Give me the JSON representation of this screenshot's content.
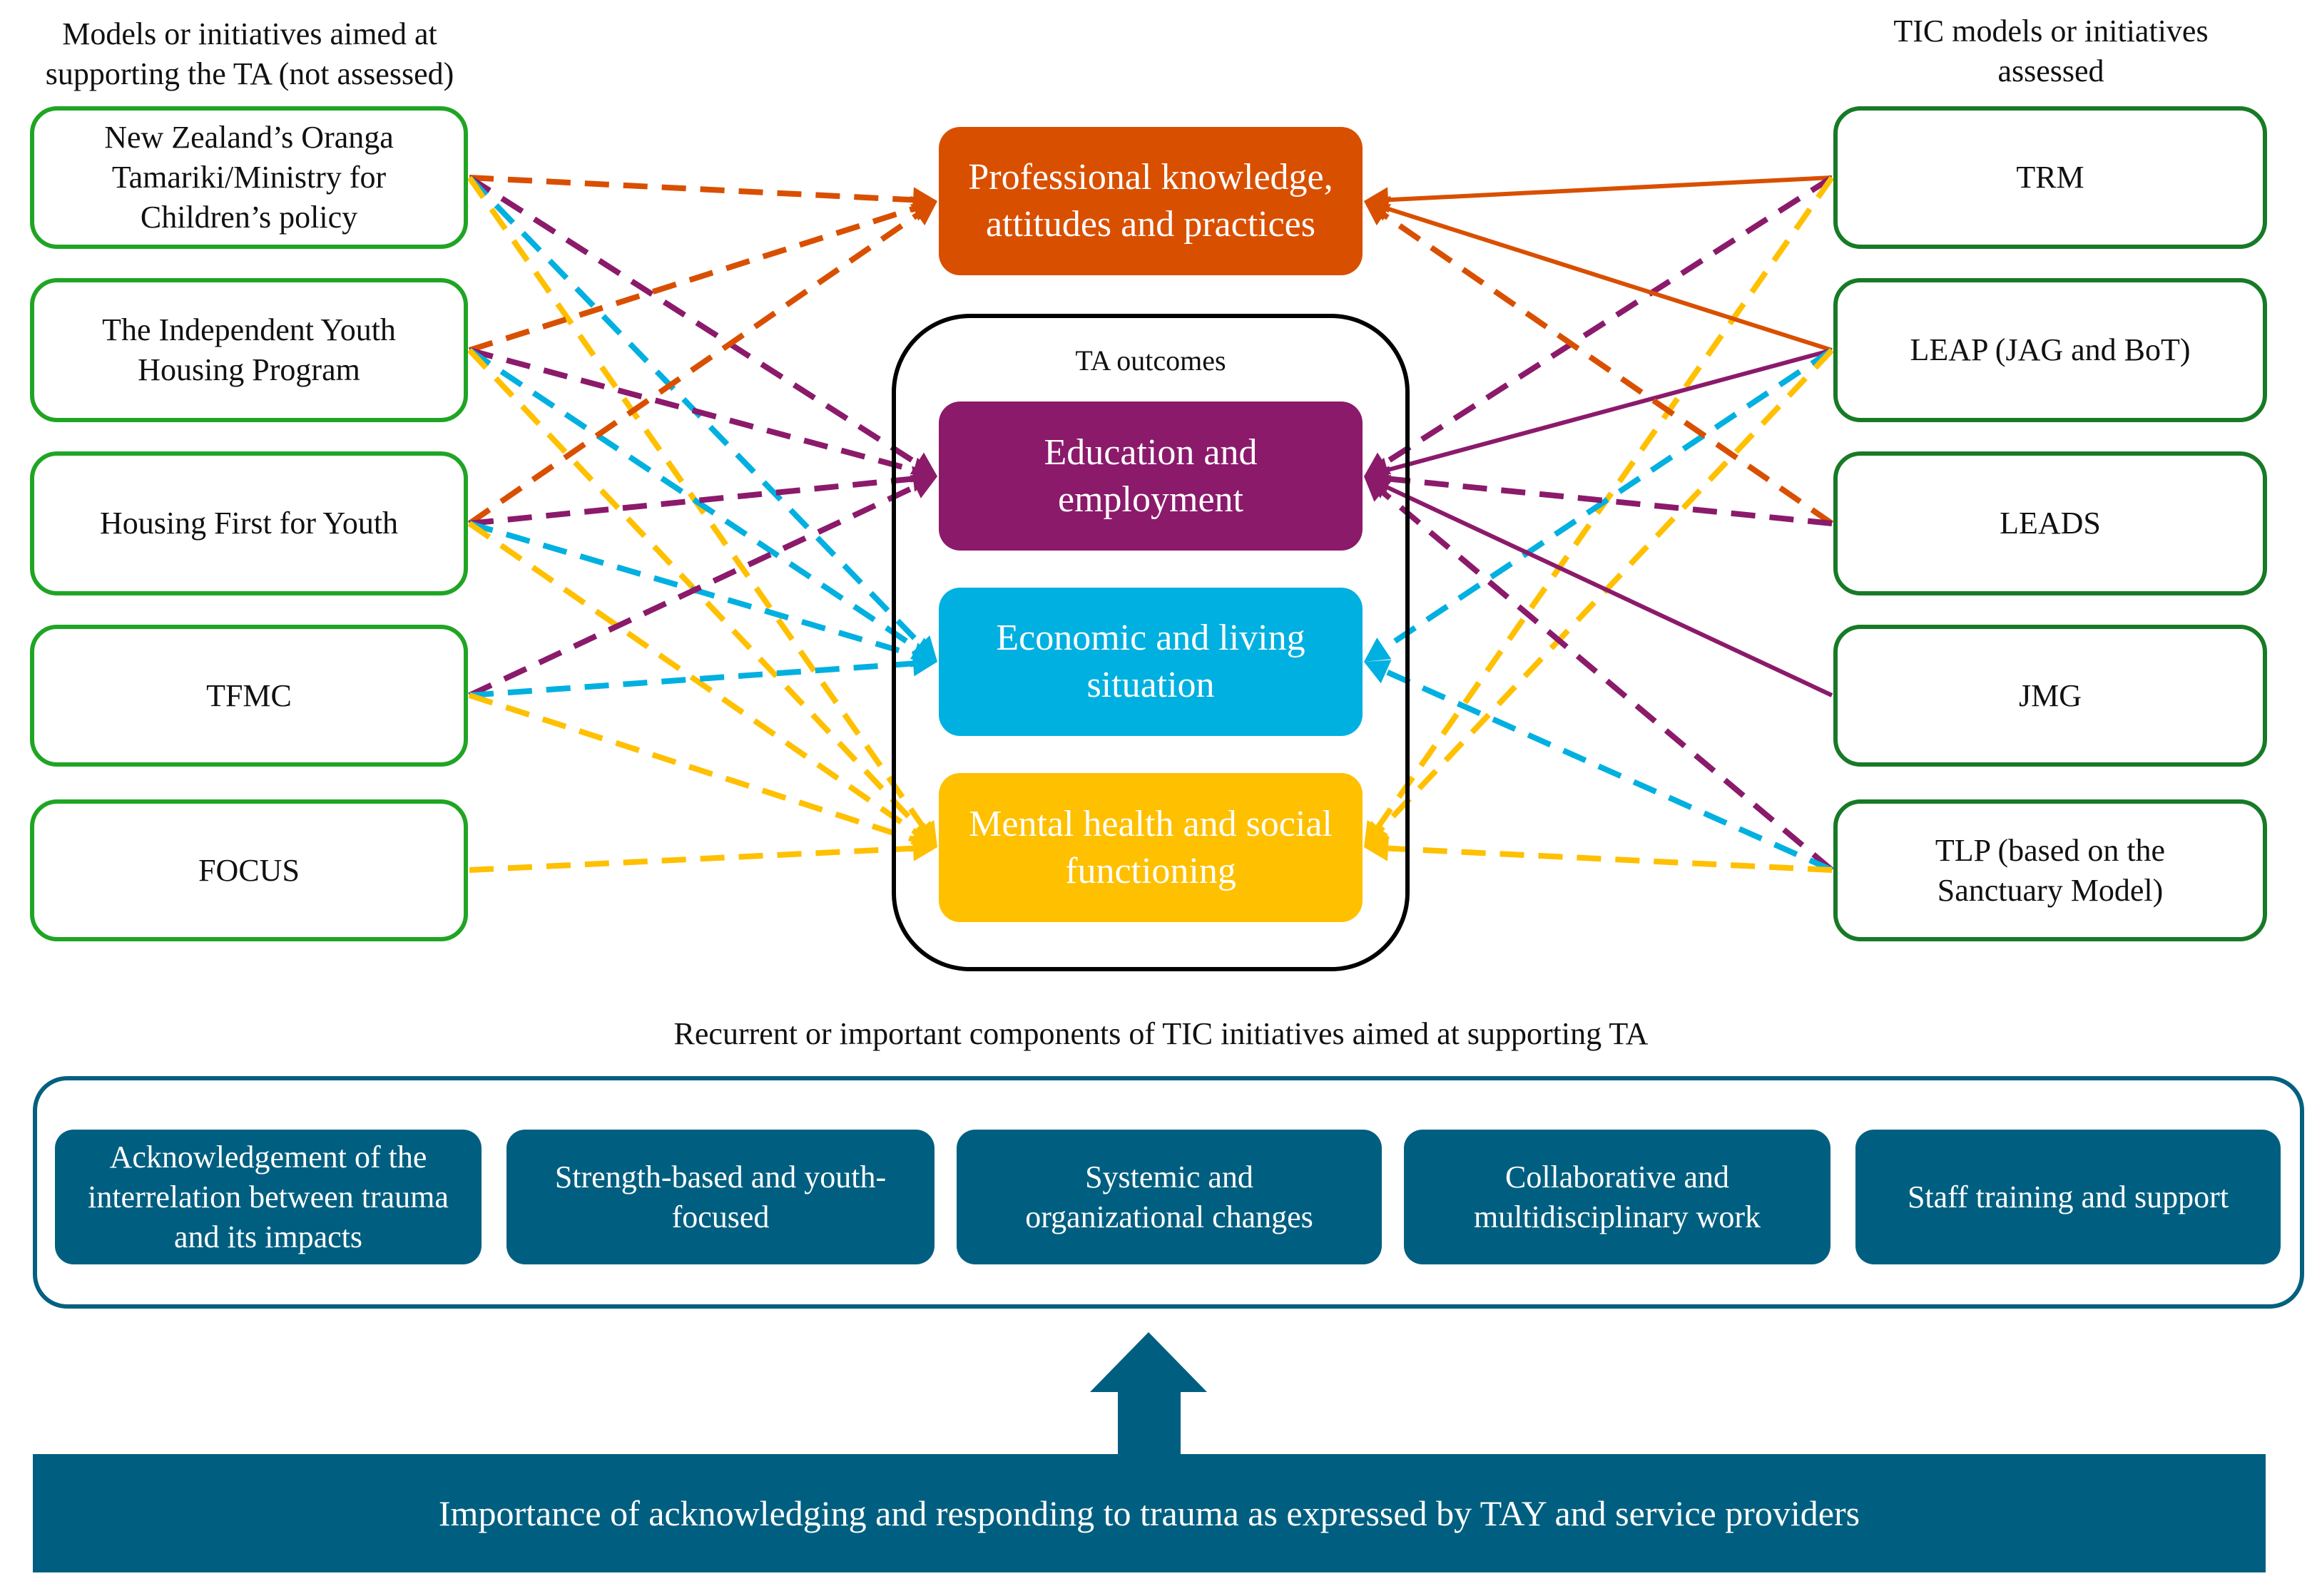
{
  "left_column": {
    "title_line1": "Models or initiatives aimed at",
    "title_line2": "supporting the TA (not assessed)",
    "items": [
      {
        "id": "nz",
        "label": "New Zealand’s Oranga Tamariki/Ministry for Children’s policy"
      },
      {
        "id": "iyhp",
        "label": "The Independent Youth Housing Program"
      },
      {
        "id": "hfy",
        "label": "Housing First for Youth"
      },
      {
        "id": "tfmc",
        "label": "TFMC"
      },
      {
        "id": "focus",
        "label": "FOCUS"
      }
    ]
  },
  "right_column": {
    "title_line1": "TIC models or initiatives",
    "title_line2": "assessed",
    "items": [
      {
        "id": "trm",
        "label": "TRM"
      },
      {
        "id": "leap",
        "label": "LEAP (JAG and BoT)"
      },
      {
        "id": "leads",
        "label": "LEADS"
      },
      {
        "id": "jmg",
        "label": "JMG"
      },
      {
        "id": "tlp",
        "label": "TLP (based on the Sanctuary Model)"
      }
    ]
  },
  "outcomes": {
    "professional": {
      "label": "Professional knowledge, attitudes and practices",
      "color": "#d94f00"
    },
    "container_label": "TA outcomes",
    "items": [
      {
        "id": "education",
        "label": "Education and employment",
        "color": "#8b1a6b"
      },
      {
        "id": "economic",
        "label": "Economic and living situation",
        "color": "#00b0e0"
      },
      {
        "id": "mental",
        "label": "Mental health and social functioning",
        "color": "#ffc000"
      }
    ]
  },
  "links": [
    {
      "from": "nz",
      "to": "professional",
      "style": "dashed"
    },
    {
      "from": "nz",
      "to": "education",
      "style": "dashed"
    },
    {
      "from": "nz",
      "to": "economic",
      "style": "dashed"
    },
    {
      "from": "nz",
      "to": "mental",
      "style": "dashed"
    },
    {
      "from": "iyhp",
      "to": "professional",
      "style": "dashed"
    },
    {
      "from": "iyhp",
      "to": "education",
      "style": "dashed"
    },
    {
      "from": "iyhp",
      "to": "economic",
      "style": "dashed"
    },
    {
      "from": "iyhp",
      "to": "mental",
      "style": "dashed"
    },
    {
      "from": "hfy",
      "to": "professional",
      "style": "dashed"
    },
    {
      "from": "hfy",
      "to": "education",
      "style": "dashed"
    },
    {
      "from": "hfy",
      "to": "economic",
      "style": "dashed"
    },
    {
      "from": "hfy",
      "to": "mental",
      "style": "dashed"
    },
    {
      "from": "tfmc",
      "to": "education",
      "style": "dashed"
    },
    {
      "from": "tfmc",
      "to": "economic",
      "style": "dashed"
    },
    {
      "from": "tfmc",
      "to": "mental",
      "style": "dashed"
    },
    {
      "from": "focus",
      "to": "mental",
      "style": "dashed"
    },
    {
      "from": "trm",
      "to": "professional",
      "style": "solid"
    },
    {
      "from": "trm",
      "to": "education",
      "style": "dashed"
    },
    {
      "from": "trm",
      "to": "mental",
      "style": "dashed"
    },
    {
      "from": "leap",
      "to": "professional",
      "style": "solid"
    },
    {
      "from": "leap",
      "to": "education",
      "style": "solid"
    },
    {
      "from": "leap",
      "to": "economic",
      "style": "dashed"
    },
    {
      "from": "leap",
      "to": "mental",
      "style": "dashed"
    },
    {
      "from": "leads",
      "to": "professional",
      "style": "dashed"
    },
    {
      "from": "leads",
      "to": "education",
      "style": "dashed"
    },
    {
      "from": "jmg",
      "to": "education",
      "style": "solid"
    },
    {
      "from": "tlp",
      "to": "education",
      "style": "dashed"
    },
    {
      "from": "tlp",
      "to": "economic",
      "style": "dashed"
    },
    {
      "from": "tlp",
      "to": "mental",
      "style": "dashed"
    }
  ],
  "components": {
    "title": "Recurrent or important components of TIC initiatives aimed at supporting TA",
    "items": [
      "Acknowledgement of the interrelation between trauma and its impacts",
      "Strength-based and youth-focused",
      "Systemic and organizational changes",
      "Collaborative and multidisciplinary work",
      "Staff training and support"
    ],
    "color": "#005f80"
  },
  "foundation": {
    "label": "Importance of acknowledging and responding to trauma as expressed by TAY and service providers"
  }
}
